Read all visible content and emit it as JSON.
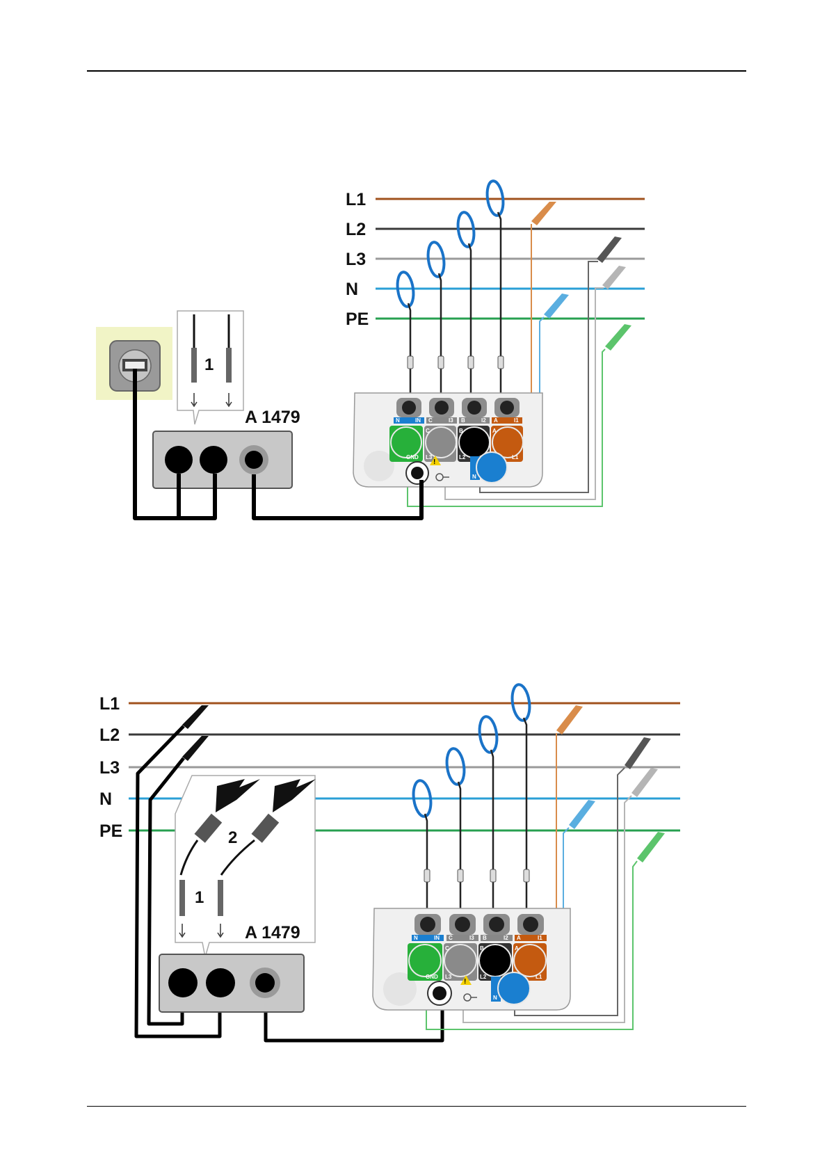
{
  "lines": [
    "L1",
    "L2",
    "L3",
    "N",
    "PE"
  ],
  "colors": {
    "L1": "#a0521d",
    "L2": "#3a3a3a",
    "L3": "#9a9a9a",
    "N": "#2a9fd6",
    "PE": "#27a050",
    "L1_clip": "#d98c4a",
    "N_clip": "#5aaee0",
    "PE_clip": "#5cc46c",
    "L3_clip": "#b5b5b5",
    "L2_clip": "#555555",
    "coil": "#1a73c8",
    "socket_green": "#27b03a",
    "socket_orange": "#c45a10",
    "socket_blue": "#1a7fd0",
    "socket_grey": "#8a8a8a",
    "panel": "#f0f0f0"
  },
  "figure1": {
    "accessory_label": "A 1479",
    "callout_number": "1"
  },
  "figure2": {
    "accessory_label": "A 1479",
    "callout_number_plugs": "1",
    "callout_number_clips": "2"
  },
  "instrument_labels": {
    "current_inputs": [
      "N",
      "IN",
      "C",
      "I3",
      "B",
      "I2",
      "A",
      "I1"
    ],
    "voltage_inputs": [
      "C",
      "B",
      "A"
    ],
    "terminal_tags": [
      "GND",
      "L3",
      "L2",
      "L1",
      "N"
    ],
    "warning": "!"
  }
}
